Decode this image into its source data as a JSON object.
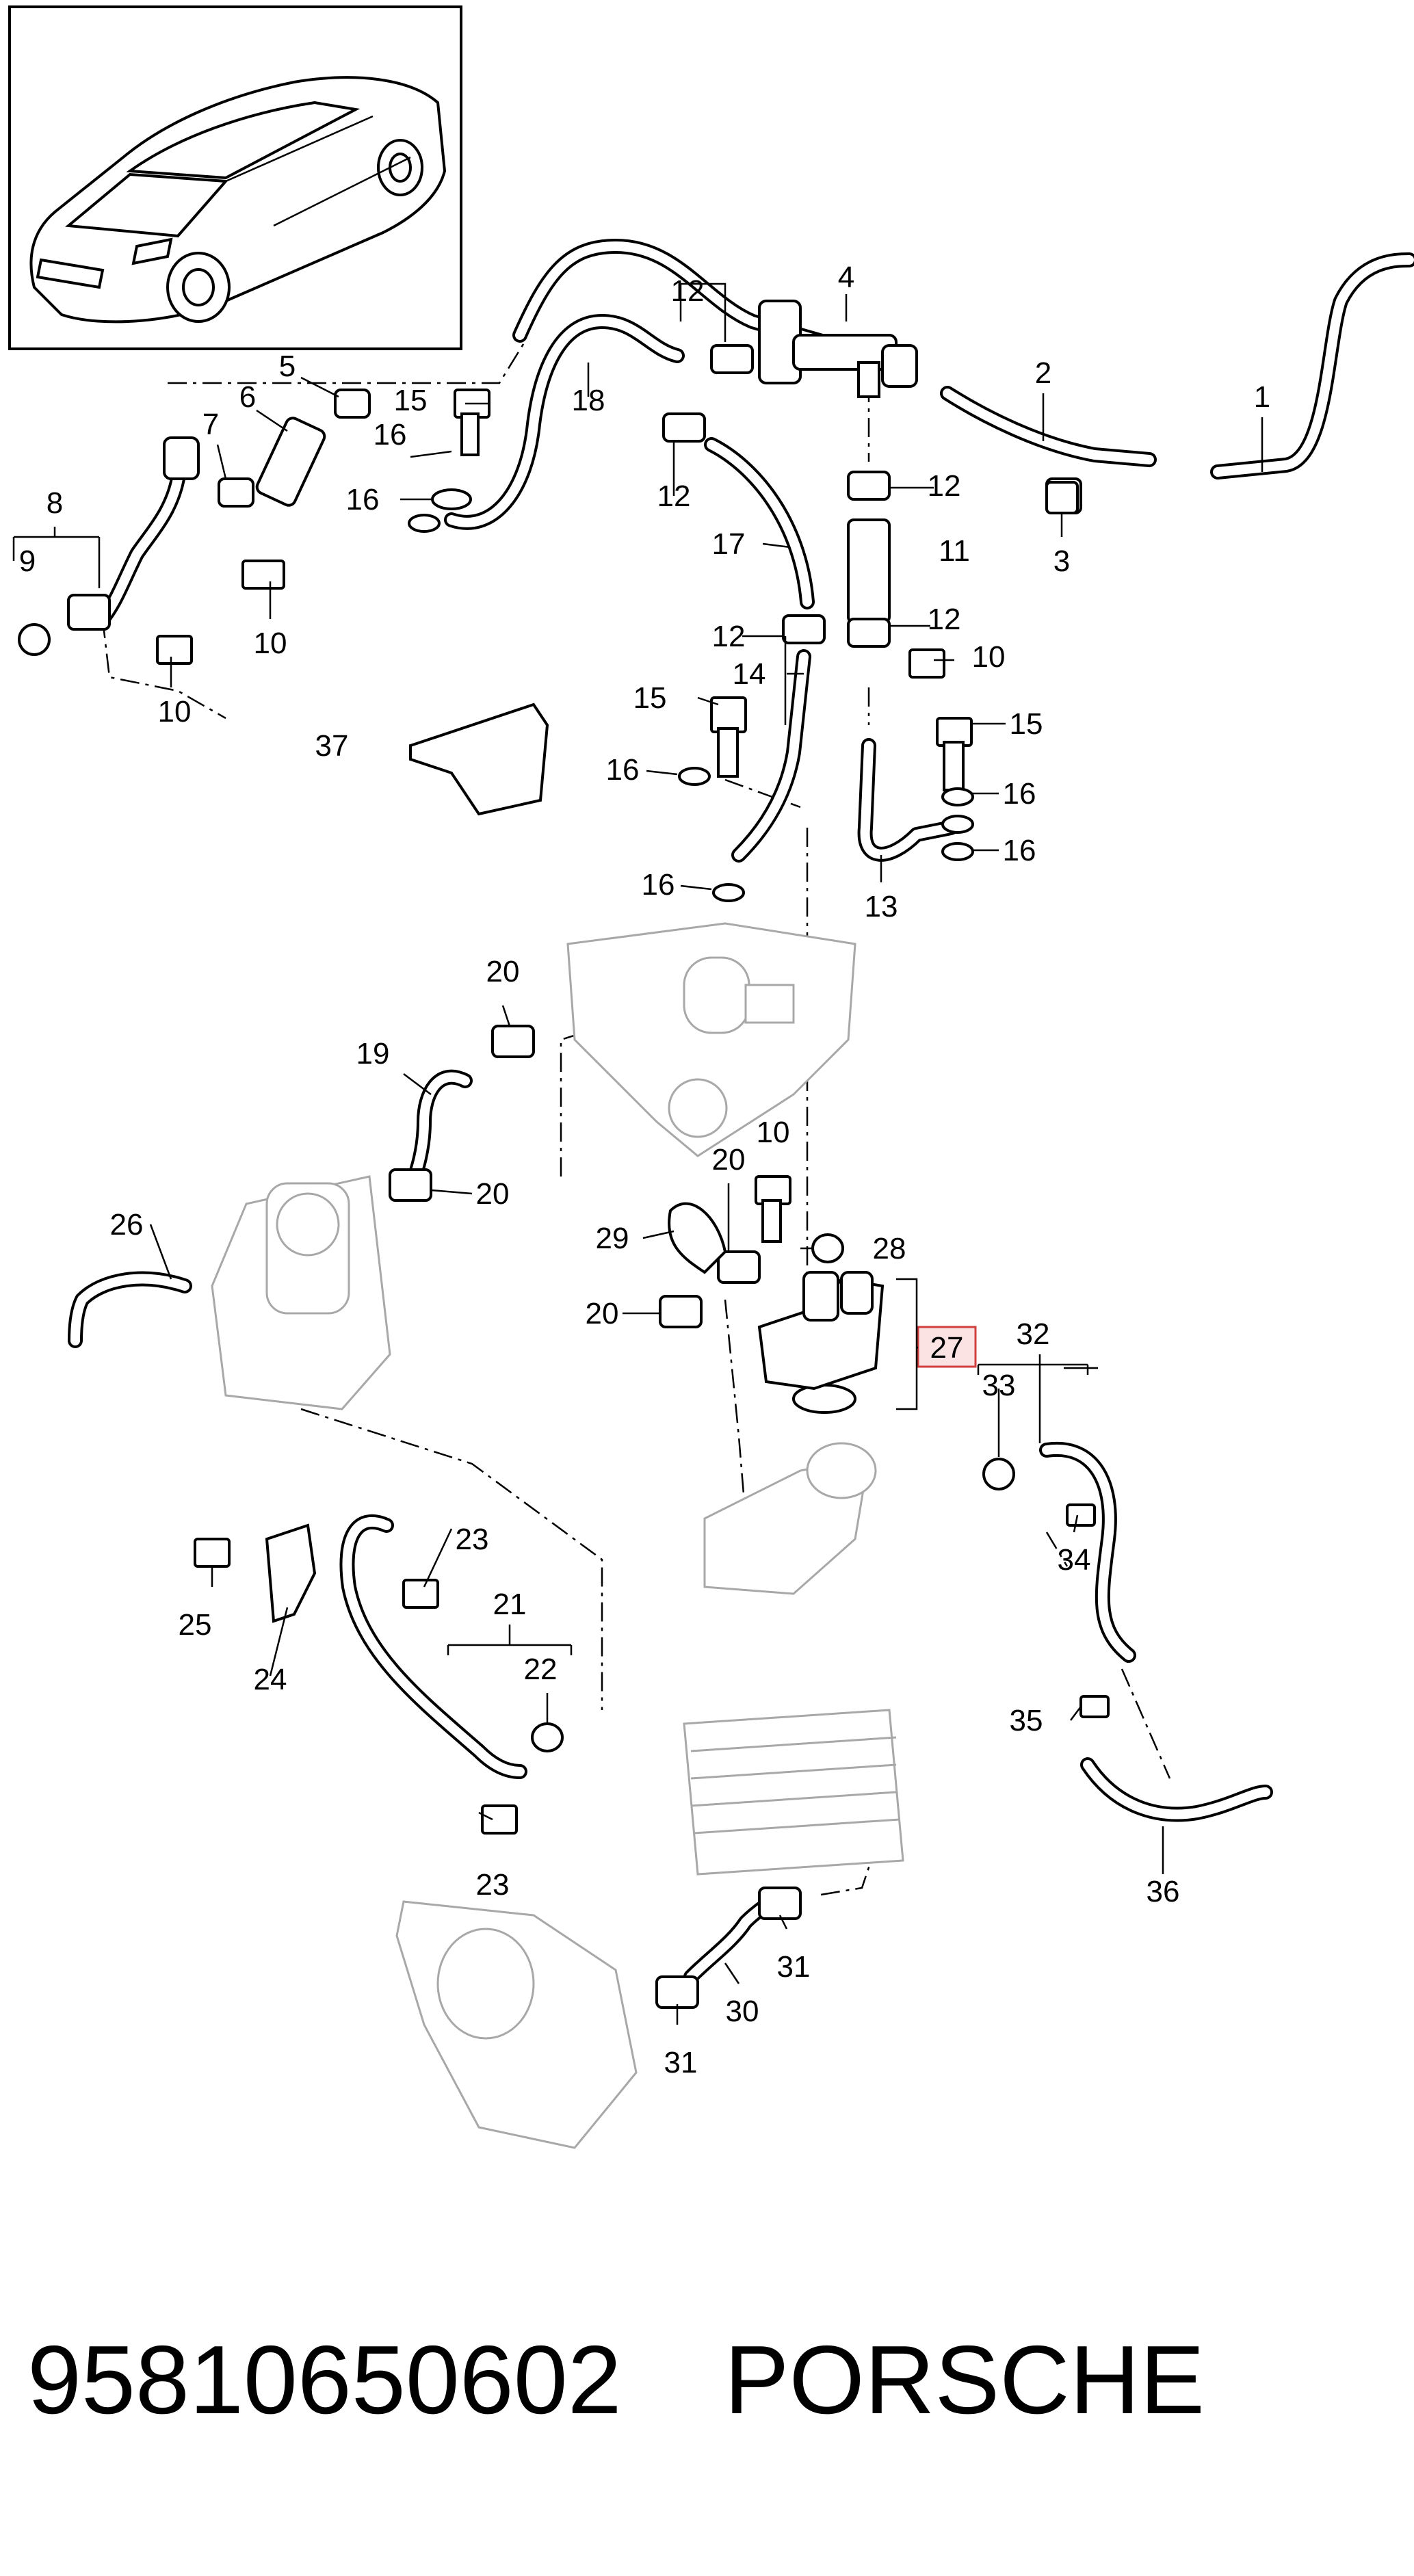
{
  "callouts": [
    {
      "id": "1",
      "text": "1"
    },
    {
      "id": "2",
      "text": "2"
    },
    {
      "id": "3",
      "text": "3"
    },
    {
      "id": "4",
      "text": "4"
    },
    {
      "id": "5",
      "text": "5"
    },
    {
      "id": "6",
      "text": "6"
    },
    {
      "id": "7",
      "text": "7"
    },
    {
      "id": "8",
      "text": "8"
    },
    {
      "id": "9",
      "text": "9"
    },
    {
      "id": "10a",
      "text": "10"
    },
    {
      "id": "10b",
      "text": "10"
    },
    {
      "id": "10c",
      "text": "10"
    },
    {
      "id": "10d",
      "text": "10"
    },
    {
      "id": "11",
      "text": "11"
    },
    {
      "id": "12a",
      "text": "12"
    },
    {
      "id": "12b",
      "text": "12"
    },
    {
      "id": "12c",
      "text": "12"
    },
    {
      "id": "12d",
      "text": "12"
    },
    {
      "id": "12e",
      "text": "12"
    },
    {
      "id": "13",
      "text": "13"
    },
    {
      "id": "14",
      "text": "14"
    },
    {
      "id": "15a",
      "text": "15"
    },
    {
      "id": "15b",
      "text": "15"
    },
    {
      "id": "15c",
      "text": "15"
    },
    {
      "id": "16a",
      "text": "16"
    },
    {
      "id": "16b",
      "text": "16"
    },
    {
      "id": "16c",
      "text": "16"
    },
    {
      "id": "16d",
      "text": "16"
    },
    {
      "id": "16e",
      "text": "16"
    },
    {
      "id": "16f",
      "text": "16"
    },
    {
      "id": "17",
      "text": "17"
    },
    {
      "id": "18",
      "text": "18"
    },
    {
      "id": "19",
      "text": "19"
    },
    {
      "id": "20a",
      "text": "20"
    },
    {
      "id": "20b",
      "text": "20"
    },
    {
      "id": "20c",
      "text": "20"
    },
    {
      "id": "20d",
      "text": "20"
    },
    {
      "id": "21",
      "text": "21"
    },
    {
      "id": "22",
      "text": "22"
    },
    {
      "id": "23a",
      "text": "23"
    },
    {
      "id": "23b",
      "text": "23"
    },
    {
      "id": "24",
      "text": "24"
    },
    {
      "id": "25",
      "text": "25"
    },
    {
      "id": "26",
      "text": "26"
    },
    {
      "id": "27",
      "text": "27"
    },
    {
      "id": "28",
      "text": "28"
    },
    {
      "id": "29",
      "text": "29"
    },
    {
      "id": "30",
      "text": "30"
    },
    {
      "id": "31a",
      "text": "31"
    },
    {
      "id": "31b",
      "text": "31"
    },
    {
      "id": "32",
      "text": "32"
    },
    {
      "id": "33",
      "text": "33"
    },
    {
      "id": "34",
      "text": "34"
    },
    {
      "id": "35",
      "text": "35"
    },
    {
      "id": "36",
      "text": "36"
    },
    {
      "id": "37",
      "text": "37"
    }
  ],
  "footer": {
    "part_number": "95810650602",
    "brand": "PORSCHE"
  },
  "colors": {
    "line": "#000000",
    "ghost_part": "#a8a8a8",
    "highlight_border": "#d04040",
    "highlight_fill": "#fbe3e3",
    "background": "#ffffff"
  }
}
